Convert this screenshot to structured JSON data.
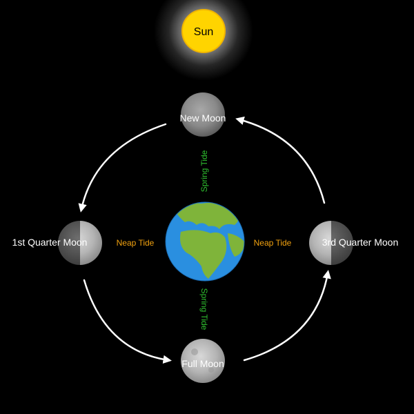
{
  "sun": {
    "label": "Sun"
  },
  "moons": {
    "new": {
      "label": "New Moon"
    },
    "first_quarter": {
      "label": "1st Quarter Moon"
    },
    "third_quarter": {
      "label": "3rd Quarter Moon"
    },
    "full": {
      "label": "Full Moon"
    }
  },
  "tides": {
    "spring_top": "Spring Tide",
    "spring_bottom": "Spring Tide",
    "neap_left": "Neap Tide",
    "neap_right": "Neap Tide"
  },
  "colors": {
    "background": "#000000",
    "sun": "#ffd400",
    "spring_tide": "#2fc02f",
    "neap_tide": "#f2a20f",
    "ocean": "#2a8fe0",
    "land": "#7fb43a",
    "moon": "#8a8a8a",
    "arrows": "#ffffff"
  }
}
